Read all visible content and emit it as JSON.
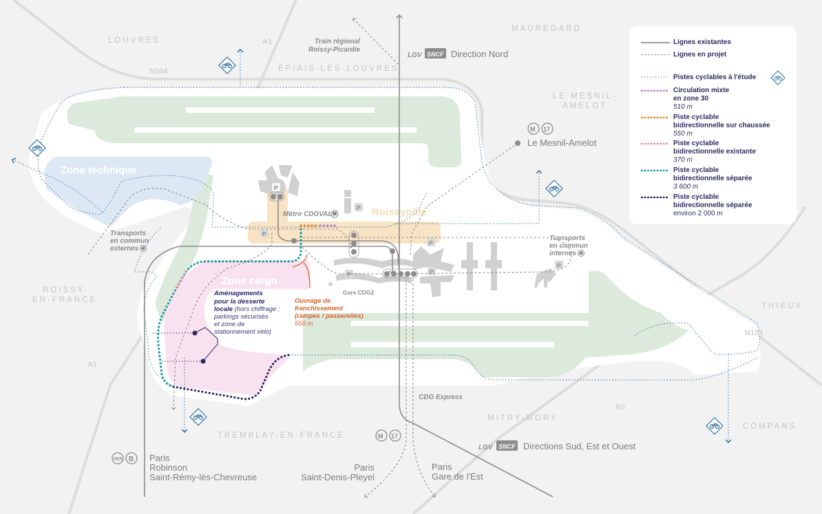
{
  "towns": {
    "louvres": "LOUVRES",
    "epiais": "ÉPIAIS-LÈS-LOUVRES",
    "mauregard": "MAUREGARD",
    "le_mesnil_line1": "LE MESNIL-",
    "le_mesnil_line2": "AMELOT",
    "roissy_line1": "ROISSY-",
    "roissy_line2": "EN-FRANCE",
    "thieux": "THIEUX",
    "compans": "COMPANS",
    "mitry": "MITRY-MORY",
    "tremblay": "TREMBLAY-EN-FRANCE"
  },
  "roads": {
    "a1_north": "A1",
    "a1_south": "A1",
    "n104_west": "N104",
    "n104_east": "N104",
    "n2": "N2"
  },
  "zones": {
    "technique": "Zone technique",
    "cargo": "Zone cargo",
    "roissypole": "Roissypôle"
  },
  "rail": {
    "train_regional_line1": "Train régional",
    "train_regional_line2": "Roissy-Picardie",
    "lgv_label": "LGV",
    "sncf_logo": "SNCF",
    "direction_nord": "Direction Nord",
    "directions_sud": "Directions Sud, Est et Ouest",
    "cdg_express": "CDG Express",
    "metro_cdgval": "Métro CDGVAL",
    "gare_cdg2": "Gare CDG2",
    "metro_badge": "M",
    "line_17": "17",
    "rer_badge": "RER",
    "rer_b": "B",
    "le_mesnil_station": "Le Mesnil-Amelot",
    "paris_robinson_l1": "Paris",
    "paris_robinson_l2": "Robinson",
    "paris_robinson_l3": "Saint-Rémy-lès-Chevreuse",
    "paris_sd_l1": "Paris",
    "paris_sd_l2": "Saint-Denis-Pleyel",
    "paris_est_l1": "Paris",
    "paris_est_l2": "Gare de l'Est"
  },
  "transports": {
    "externes_l1": "Transports",
    "externes_l2": "en commun",
    "externes_l3": "externes",
    "internes_l1": "Transports",
    "internes_l2": "en commun",
    "internes_l3": "internes"
  },
  "parking_label": "P",
  "annotations": {
    "amenagements_l1": "Aménagements",
    "amenagements_l2": "pour la desserte",
    "amenagements_l3_bold": "locale",
    "amenagements_l3_rest": " (hors chiffrage :",
    "amenagements_l4": "parkings sécurisés",
    "amenagements_l5": "et zone de",
    "amenagements_l6": "stationnement vélo)",
    "ouvrage_l1": "Ouvrage de",
    "ouvrage_l2": "franchissement",
    "ouvrage_l3": "(rampes / passerelles)",
    "ouvrage_len": "550 m"
  },
  "legend": {
    "items": [
      {
        "label": "Lignes existantes",
        "style": "solid",
        "color": "#9a9a9a"
      },
      {
        "label": "Lignes en projet",
        "style": "dashed",
        "color": "#9a9a9a"
      },
      {
        "label": "Pistes cyclables à l'étude",
        "style": "fine-dots",
        "color": "#2e6f9e"
      },
      {
        "label_l1": "Circulation mixte",
        "label_l2": "en zone 30",
        "length": "510 m",
        "style": "dots",
        "color": "#b07cc6"
      },
      {
        "label_l1": "Piste cyclable",
        "label_l2": "bidirectionnelle sur chaussée",
        "length": "550 m",
        "style": "dots",
        "color": "#e8841a"
      },
      {
        "label_l1": "Piste cyclable",
        "label_l2": "bidirectionnelle existante",
        "length": "370 m",
        "style": "dots",
        "color": "#e48aa8"
      },
      {
        "label_l1": "Piste cyclable",
        "label_l2": "bidirectionnelle séparée",
        "length": "3 600 m",
        "style": "dots",
        "color": "#1a9aa0"
      },
      {
        "label_l1": "Piste cyclable",
        "label_l2": "bidirectionnelle séparée",
        "length": "environ 2 000 m",
        "style": "dots",
        "color": "#2a2766"
      }
    ]
  },
  "colors": {
    "background": "#f2f2f2",
    "airport": "#ffffff",
    "green": "#dbeadb",
    "zone_technique": "#dde8f5",
    "zone_cargo": "#f9e2ef",
    "roissypole": "#f8e3c4",
    "cycle_study": "#2e6f9e",
    "mixte": "#b07cc6",
    "chaussee": "#e8841a",
    "existante": "#e48aa8",
    "separee": "#1a9aa0",
    "separee_navy": "#2a2766",
    "rail": "#8c8c8c",
    "orange_text": "#d4622a"
  }
}
